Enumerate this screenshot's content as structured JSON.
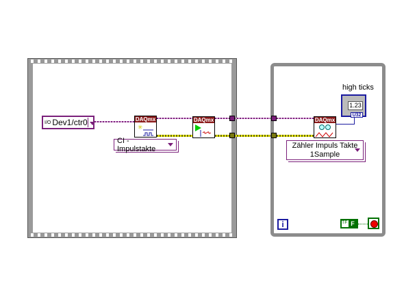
{
  "sequence": {
    "channel_control": {
      "icon": "io-name-icon",
      "glyph": "I/O",
      "value": "Dev1/ctr0"
    },
    "create_channel_vi": {
      "header": "DAQmx",
      "icon": "create-channel-icon"
    },
    "create_channel_ring": "CI - Impulstakte",
    "start_task_vi": {
      "header": "DAQmx",
      "icon": "start-task-icon"
    }
  },
  "loop": {
    "read_vi": {
      "header": "DAQmx",
      "icon": "read-icon"
    },
    "read_ring_line1": "Zähler Impuls Takte",
    "read_ring_line2": "1Sample",
    "indicator": {
      "label": "high ticks",
      "value": "1.23",
      "type": "U32"
    },
    "iteration": "i",
    "bool_constant": "F",
    "bool_glyph": "TF"
  },
  "colors": {
    "refnum": "#7a1f7a",
    "error": "#e8e800",
    "numeric": "#1a1aa0",
    "bool": "#007000"
  }
}
